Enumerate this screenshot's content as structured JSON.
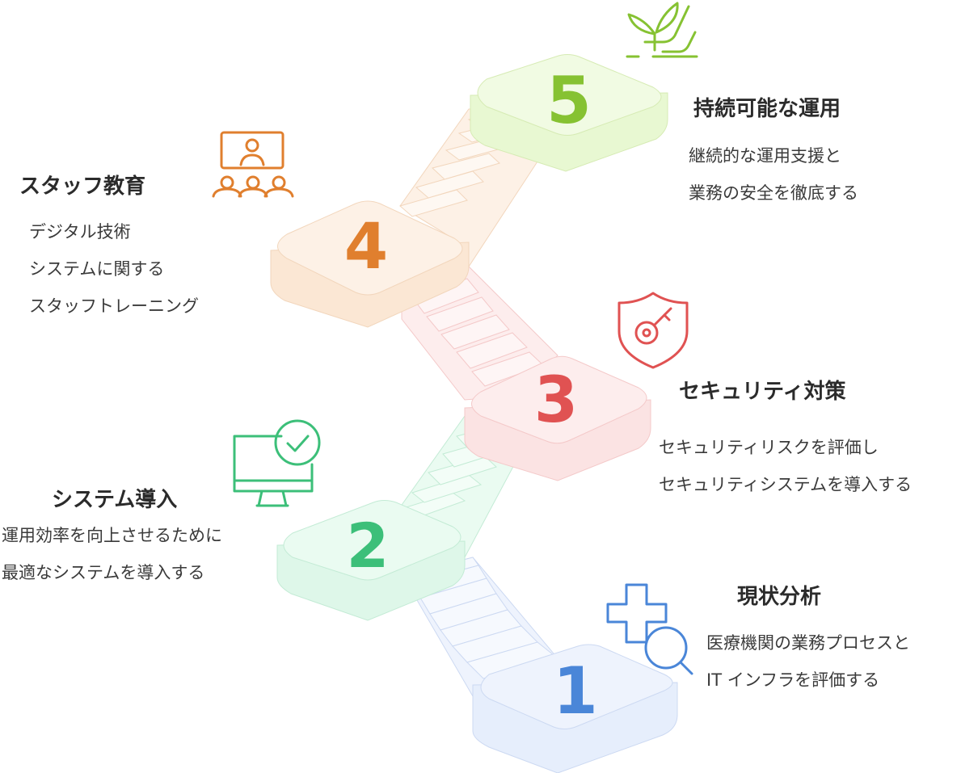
{
  "steps": [
    {
      "number": "1",
      "title": "現状分析",
      "description": [
        "医療機関の業務プロセスと",
        "IT インフラを評価する"
      ],
      "color": "#4a86d8",
      "fill": "#eef3fd",
      "icon": "magnifier-plus-icon"
    },
    {
      "number": "2",
      "title": "システム導入",
      "description": [
        "運用効率を向上させるために",
        "最適なシステムを導入する"
      ],
      "color": "#3cbf79",
      "fill": "#eafbf1",
      "icon": "monitor-check-icon"
    },
    {
      "number": "3",
      "title": "セキュリティ対策",
      "description": [
        "セキュリティリスクを評価し",
        "セキュリティシステムを導入する"
      ],
      "color": "#e05252",
      "fill": "#fdeded",
      "icon": "shield-key-icon"
    },
    {
      "number": "4",
      "title": "スタッフ教育",
      "description": [
        "デジタル技術",
        "システムに関する",
        "スタッフトレーニング"
      ],
      "color": "#e07f2e",
      "fill": "#fdf1e6",
      "icon": "presenter-audience-icon"
    },
    {
      "number": "5",
      "title": "持続可能な運用",
      "description": [
        "継続的な運用支援と",
        "業務の安全を徹底する"
      ],
      "color": "#86c232",
      "fill": "#f1fbe3",
      "icon": "plant-hand-icon"
    }
  ]
}
